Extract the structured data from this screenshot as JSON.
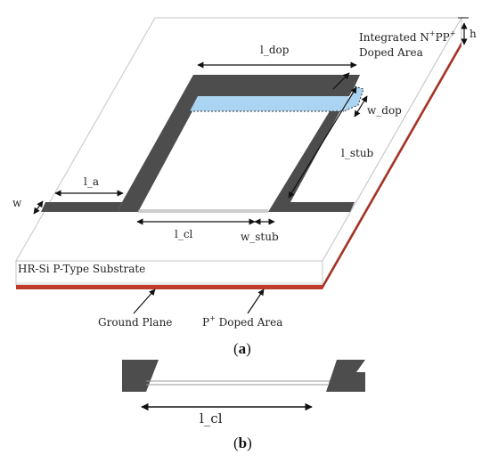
{
  "figure_a": {
    "substrate_label": "HR-Si P-Type Substrate",
    "ground_plane_label": "Ground Plane",
    "p_doped_label": {
      "base": "P",
      "sup": "+",
      "rest": " Doped Area"
    },
    "integrated_label": {
      "line1_a": "Integrated N",
      "line1_sup1": "+",
      "line1_b": "PP",
      "line1_sup2": "+",
      "line2": "Doped Area"
    },
    "dims": {
      "h": "h",
      "l_dop": "l_dop",
      "w_dop": "w_dop",
      "l_stub": "l_stub",
      "l_a": "l_a",
      "w": "w",
      "l_cl": "l_cl",
      "w_stub": "w_stub"
    },
    "caption": {
      "open": "(",
      "letter": "a",
      "close": ")"
    }
  },
  "figure_b": {
    "dim_label": "l_cl",
    "caption": {
      "open": "(",
      "letter": "b",
      "close": ")"
    }
  },
  "colors": {
    "metal": "#4d4d4d",
    "doped_blue": "#aad4f2",
    "ground_red": "#c0392b",
    "outline": "#bbbbbb",
    "arrow": "#111111"
  }
}
